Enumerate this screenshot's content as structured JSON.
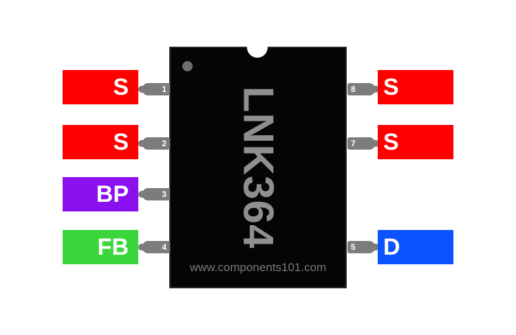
{
  "chip": {
    "part_number": "LNK364",
    "website": "www.components101.com"
  },
  "pins": [
    {
      "number": "1",
      "label": "S",
      "color": "#ff0000"
    },
    {
      "number": "2",
      "label": "S",
      "color": "#ff0000"
    },
    {
      "number": "3",
      "label": "BP",
      "color": "#8b10f0"
    },
    {
      "number": "4",
      "label": "FB",
      "color": "#3bd63b"
    },
    {
      "number": "5",
      "label": "D",
      "color": "#0d52ff"
    },
    {
      "number": "7",
      "label": "S",
      "color": "#ff0000"
    },
    {
      "number": "8",
      "label": "S",
      "color": "#ff0000"
    }
  ]
}
